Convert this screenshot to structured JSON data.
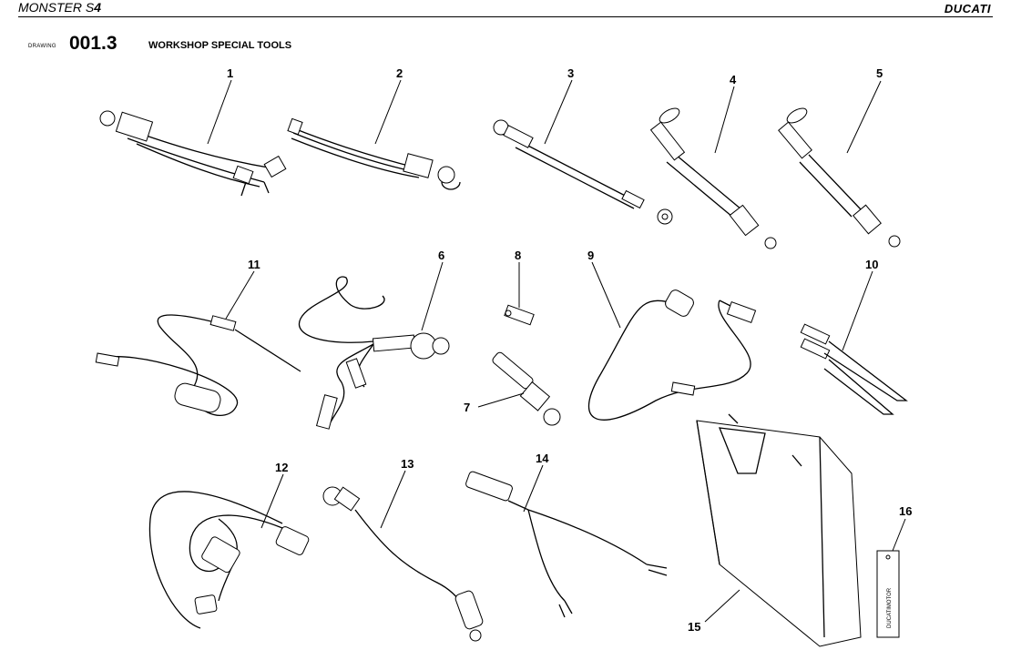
{
  "header": {
    "model_prefix": "MONSTER S",
    "model_suffix": "4",
    "brand": "DUCATI"
  },
  "drawing": {
    "label": "DRAWING",
    "number": "001.3",
    "title": "WORKSHOP SPECIAL TOOLS"
  },
  "callouts": [
    "1",
    "2",
    "3",
    "4",
    "5",
    "6",
    "7",
    "8",
    "9",
    "10",
    "11",
    "12",
    "13",
    "14",
    "15",
    "16"
  ],
  "tag_text": "DUCATIMOTOR"
}
